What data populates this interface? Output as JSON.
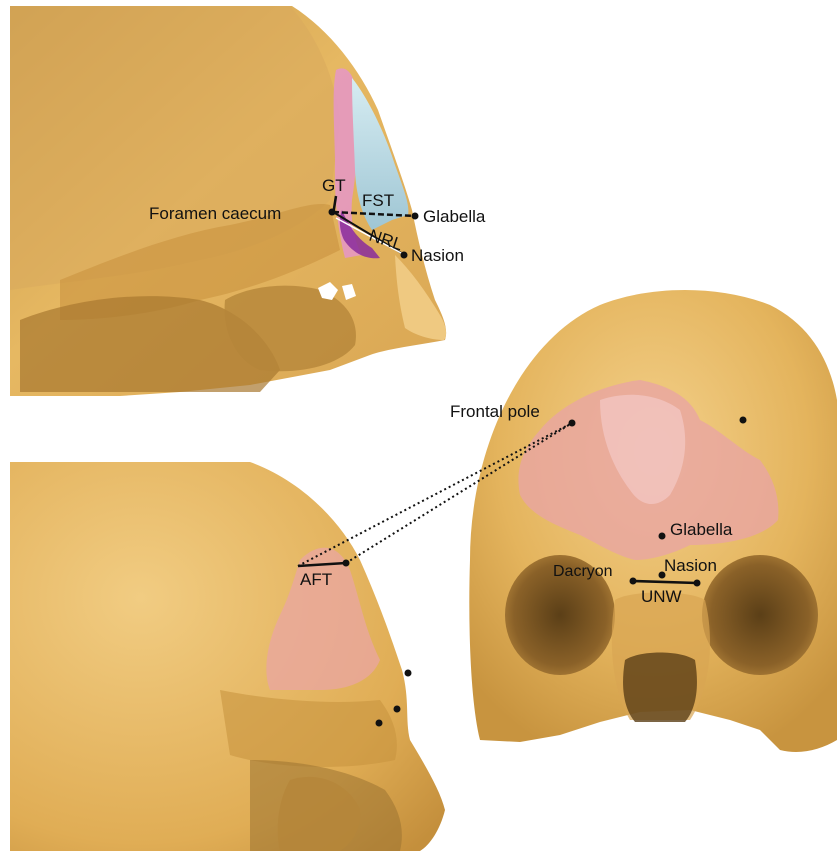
{
  "panels": {
    "sagittal_section": {
      "labels": {
        "gt": "GT",
        "fst": "FST",
        "nrl": "NRL",
        "foramen_caecum": "Foramen caecum",
        "glabella": "Glabella",
        "nasion": "Nasion"
      }
    },
    "frontal_view": {
      "labels": {
        "frontal_pole": "Frontal pole",
        "glabella": "Glabella",
        "nasion": "Nasion",
        "dacryon": "Dacryon",
        "unw": "UNW"
      }
    },
    "lateral_view": {
      "labels": {
        "aft": "AFT"
      }
    }
  },
  "colors": {
    "bone": "#e5b45a",
    "bone_light": "#f1cf85",
    "bone_shadow": "#9b7232",
    "sinus_pink": "#e9a5a3",
    "sinus_blue": "#b9d8e2",
    "sinus_purple": "#8a2b9c",
    "marker": "#111111"
  }
}
